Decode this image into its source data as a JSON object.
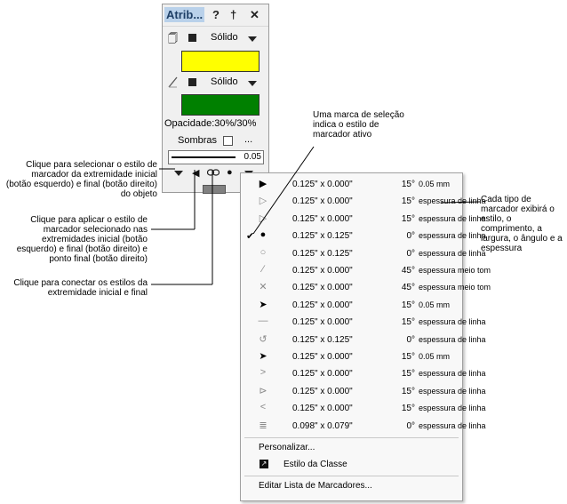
{
  "palette": {
    "title": "Atrib...",
    "help": "?",
    "pin": "†",
    "close": "✕",
    "fill_style": "Sólido",
    "fill_color": "#ffff00",
    "pen_style": "Sólido",
    "pen_color": "#008000",
    "opacity_label": "Opacidade:30%/30%",
    "shadows_label": "Sombras",
    "shadows_more": "...",
    "line_thickness": "0.05"
  },
  "menu": {
    "items": [
      {
        "symbol": "▶",
        "spec": "0.125\" x 0.000\"",
        "angle": "15°",
        "thickness": "0.05 mm",
        "checked": ""
      },
      {
        "symbol": "▷",
        "spec": "0.125\" x 0.000\"",
        "angle": "15°",
        "thickness": "espessura de linha",
        "checked": ""
      },
      {
        "symbol": "▷",
        "spec": "0.125\" x 0.000\"",
        "angle": "15°",
        "thickness": "espessura de linha",
        "checked": ""
      },
      {
        "symbol": "●",
        "spec": "0.125\" x 0.125\"",
        "angle": "0°",
        "thickness": "espessura de linha",
        "checked": "✔"
      },
      {
        "symbol": "○",
        "spec": "0.125\" x 0.125\"",
        "angle": "0°",
        "thickness": "espessura de linha",
        "checked": ""
      },
      {
        "symbol": "∕",
        "spec": "0.125\" x 0.000\"",
        "angle": "45°",
        "thickness": "espessura meio tom",
        "checked": ""
      },
      {
        "symbol": "✕",
        "spec": "0.125\" x 0.000\"",
        "angle": "45°",
        "thickness": "espessura meio tom",
        "checked": ""
      },
      {
        "symbol": "➤",
        "spec": "0.125\" x 0.000\"",
        "angle": "15°",
        "thickness": "0.05 mm",
        "checked": ""
      },
      {
        "symbol": "—",
        "spec": "0.125\" x 0.000\"",
        "angle": "15°",
        "thickness": "espessura de linha",
        "checked": ""
      },
      {
        "symbol": "↺",
        "spec": "0.125\" x 0.125\"",
        "angle": "0°",
        "thickness": "espessura de linha",
        "checked": ""
      },
      {
        "symbol": "➤",
        "spec": "0.125\" x 0.000\"",
        "angle": "15°",
        "thickness": "0.05 mm",
        "checked": ""
      },
      {
        "symbol": ">",
        "spec": "0.125\" x 0.000\"",
        "angle": "15°",
        "thickness": "espessura de linha",
        "checked": ""
      },
      {
        "symbol": "⊳",
        "spec": "0.125\" x 0.000\"",
        "angle": "15°",
        "thickness": "espessura de linha",
        "checked": ""
      },
      {
        "symbol": "<",
        "spec": "0.125\" x 0.000\"",
        "angle": "15°",
        "thickness": "espessura de linha",
        "checked": ""
      },
      {
        "symbol": "≣",
        "spec": "0.098\" x 0.079\"",
        "angle": "0°",
        "thickness": "espessura de linha",
        "checked": ""
      }
    ],
    "customize": "Personalizar...",
    "class_style": "Estilo da Classe",
    "edit_list": "Editar Lista de Marcadores..."
  },
  "annotations": {
    "selection_mark": "Uma marca de seleção indica o estilo de marcador ativo",
    "select_style": "Clique para selecionar o estilo de marcador da extremidade inicial (botão esquerdo) e final (botão direito) do objeto",
    "apply_style": "Clique para aplicar o estilo de marcador selecionado nas extremidades inicial (botão esquerdo) e final (botão direito) e ponto final (botão direito)",
    "connect_styles": "Clique para conectar os estilos da extremidade inicial e final",
    "each_type": "Cada tipo de marcador exibirá o estilo, o comprimento, a largura, o ângulo e a espessura"
  }
}
